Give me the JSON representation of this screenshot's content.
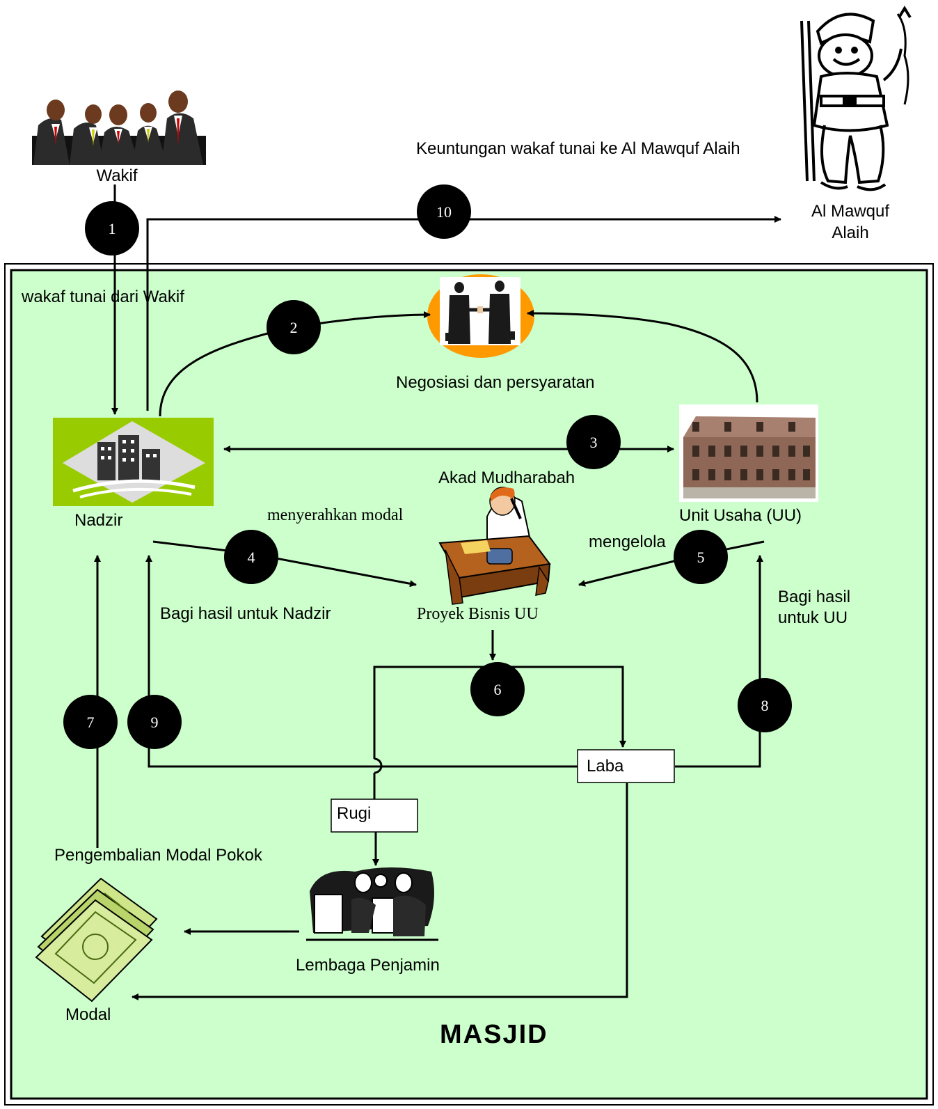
{
  "labels": {
    "wakif": "Wakif",
    "keuntungan": "Keuntungan wakaf tunai ke Al Mawquf Alaih",
    "mawquf_line1": "Al Mawquf",
    "mawquf_line2": "Alaih",
    "wakaf_tunai": "wakaf tunai dari Wakif",
    "negosiasi": "Negosiasi dan persyaratan",
    "nadzir": "Nadzir",
    "akad": "Akad Mudharabah",
    "unit_usaha": "Unit Usaha (UU)",
    "menyerahkan": "menyerahkan modal",
    "mengelola": "mengelola",
    "bagi_nadzir": "Bagi hasil untuk Nadzir",
    "proyek": "Proyek Bisnis UU",
    "bagi_uu_line1": "Bagi hasil",
    "bagi_uu_line2": "untuk UU",
    "laba": "Laba",
    "rugi": "Rugi",
    "pengembalian": "Pengembalian Modal Pokok",
    "lembaga": "Lembaga Penjamin",
    "modal": "Modal",
    "masjid": "MASJID"
  },
  "steps": [
    "1",
    "2",
    "3",
    "4",
    "5",
    "6",
    "7",
    "8",
    "9",
    "10"
  ],
  "colors": {
    "panel_fill": "#ccffcc",
    "step_fill": "#000000",
    "nadzir_bg": "#99cc00",
    "nego_ring": "#ff9900"
  },
  "icons": {
    "wakif": "businessmen-group-icon",
    "mawquf": "hunter-cartoon-icon",
    "negosiasi": "handshake-icon",
    "nadzir": "office-buildings-logo-icon",
    "unit_usaha": "building-photo-icon",
    "proyek": "phone-desk-worker-icon",
    "lembaga": "bank-teller-icon",
    "modal": "money-stack-icon"
  }
}
